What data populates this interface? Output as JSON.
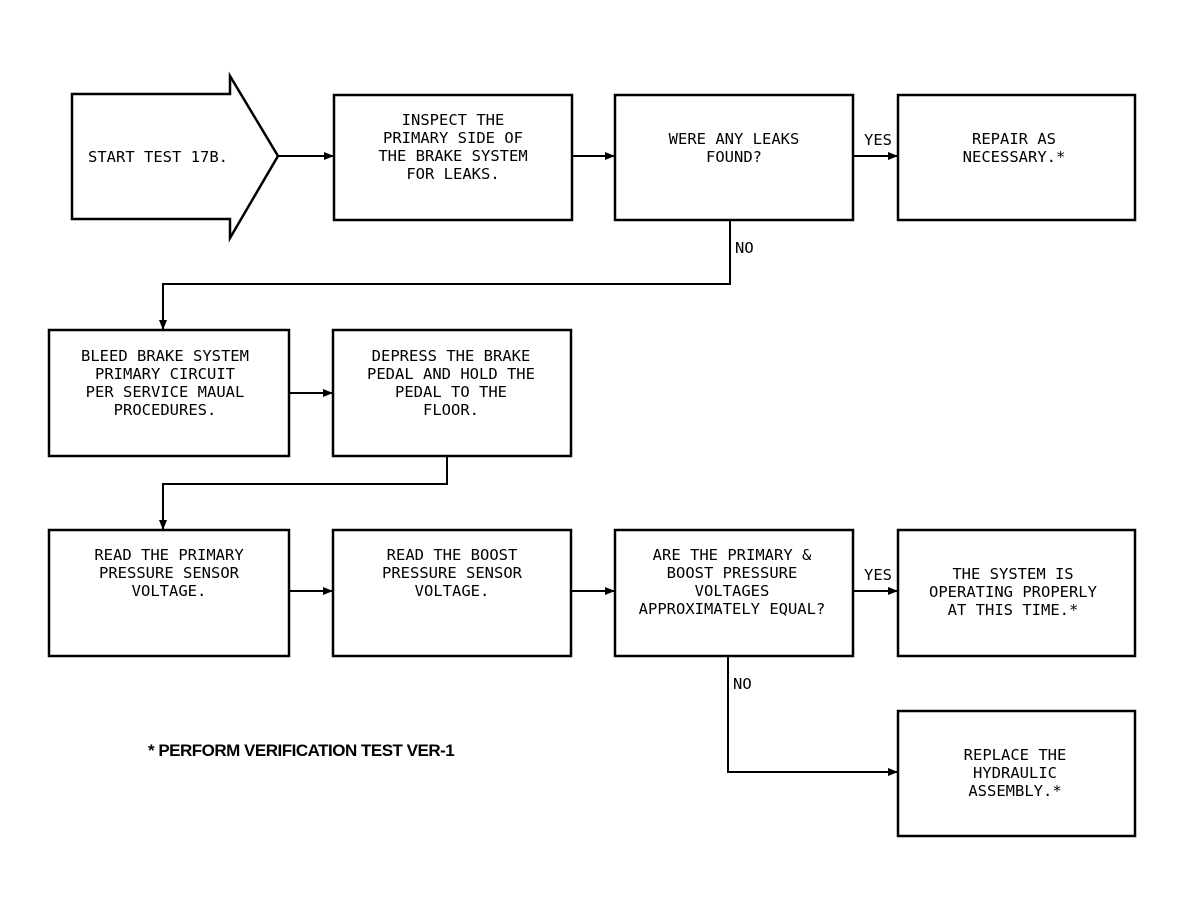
{
  "start": {
    "lines": [
      "START TEST 17B."
    ]
  },
  "inspect": {
    "lines": [
      "INSPECT THE",
      "PRIMARY SIDE OF",
      "THE BRAKE SYSTEM",
      "FOR LEAKS."
    ]
  },
  "leaks_decision": {
    "lines": [
      "WERE ANY LEAKS",
      "FOUND?"
    ]
  },
  "repair": {
    "lines": [
      "REPAIR AS",
      "NECESSARY.*"
    ]
  },
  "bleed": {
    "lines": [
      "BLEED BRAKE SYSTEM",
      "PRIMARY CIRCUIT",
      "PER SERVICE MAUAL",
      "PROCEDURES."
    ]
  },
  "depress": {
    "lines": [
      "DEPRESS THE BRAKE",
      "PEDAL AND HOLD THE",
      "PEDAL TO THE",
      "FLOOR."
    ]
  },
  "read_primary": {
    "lines": [
      "READ THE PRIMARY",
      "PRESSURE SENSOR",
      "VOLTAGE."
    ]
  },
  "read_boost": {
    "lines": [
      "READ THE BOOST",
      "PRESSURE SENSOR",
      "VOLTAGE."
    ]
  },
  "equal_decision": {
    "lines": [
      "ARE THE PRIMARY &",
      "BOOST PRESSURE",
      "VOLTAGES",
      "APPROXIMATELY EQUAL?"
    ]
  },
  "operating": {
    "lines": [
      "THE SYSTEM IS",
      "OPERATING PROPERLY",
      "AT THIS TIME.*"
    ]
  },
  "replace": {
    "lines": [
      "REPLACE THE",
      "HYDRAULIC",
      "ASSEMBLY.*"
    ]
  },
  "labels": {
    "yes_leaks": "YES",
    "no_leaks": "NO",
    "yes_equal": "YES",
    "no_equal": "NO"
  },
  "footnote": "* PERFORM VERIFICATION TEST VER-1"
}
